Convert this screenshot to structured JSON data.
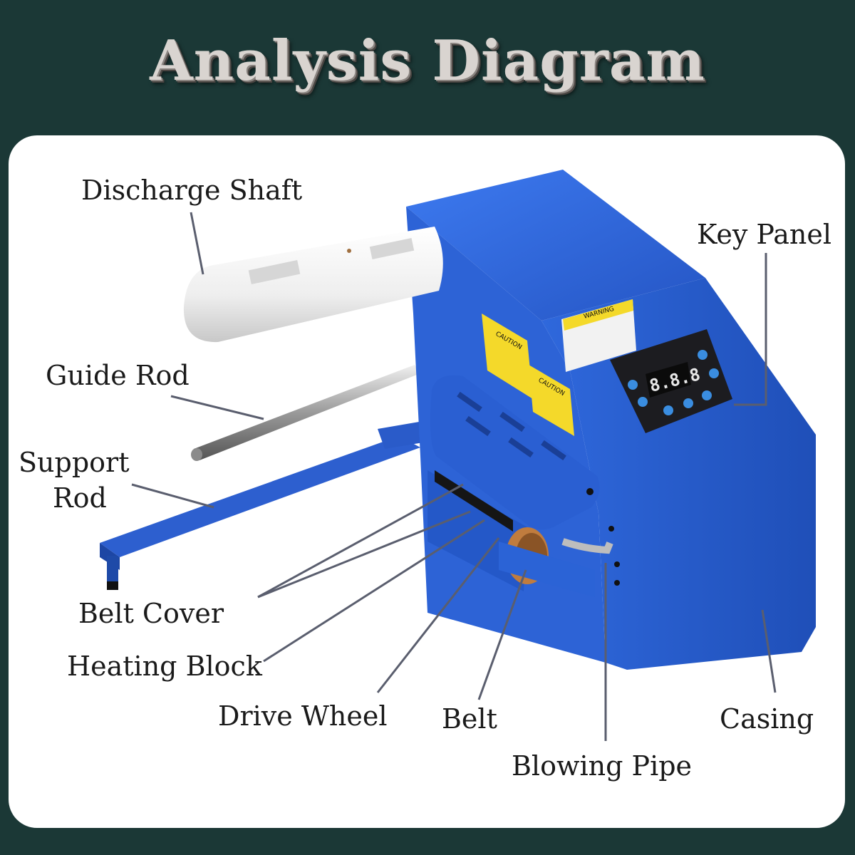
{
  "title": "Analysis Diagram",
  "labels": {
    "discharge_shaft": "Discharge Shaft",
    "key_panel": "Key Panel",
    "guide_rod": "Guide Rod",
    "support_rod_line1": "Support",
    "support_rod_line2": "Rod",
    "belt_cover": "Belt Cover",
    "heating_block": "Heating Block",
    "drive_wheel": "Drive Wheel",
    "belt": "Belt",
    "casing": "Casing",
    "blowing_pipe": "Blowing Pipe"
  },
  "stickers": {
    "warning": "WARNING",
    "caution": "CAUTION"
  },
  "display": {
    "readout": "8.8.8"
  },
  "colors": {
    "background": "#1b3836",
    "machine_blue": "#2b63d6",
    "panel_black": "#1c1c20",
    "sticker_yellow": "#f4d92a"
  }
}
